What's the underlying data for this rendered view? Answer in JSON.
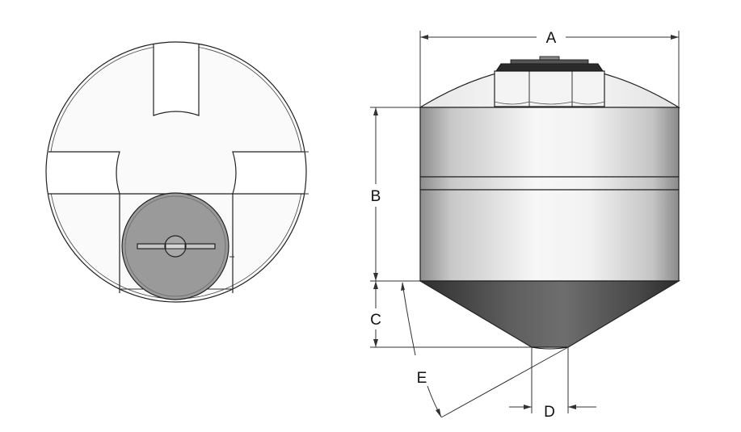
{
  "labels": {
    "a": "A",
    "b": "B",
    "c": "C",
    "d": "D",
    "e": "E"
  },
  "colors": {
    "background": "#ffffff",
    "line": "#222222",
    "tank_light": "#f2f2f2",
    "lid": "#9a9a9a",
    "cone_dark": "#5a5a5a"
  }
}
